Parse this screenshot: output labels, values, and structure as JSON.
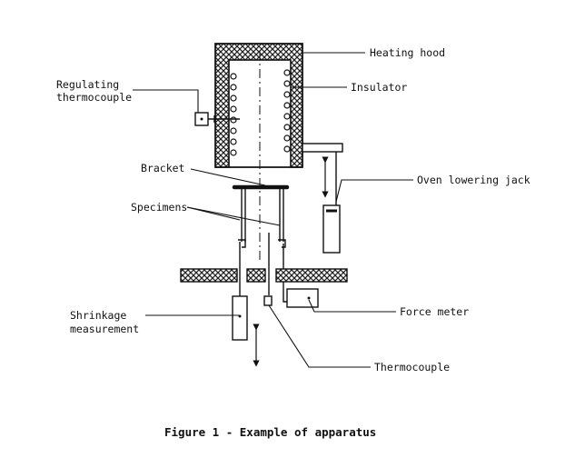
{
  "labels": {
    "heating_hood": "Heating hood",
    "insulator": "Insulator",
    "regulating_line1": "Regulating",
    "regulating_line2": "thermocouple",
    "bracket": "Bracket",
    "oven_lowering_jack": "Oven lowering jack",
    "specimens": "Specimens",
    "shrinkage_line1": "Shrinkage",
    "shrinkage_line2": "measurement",
    "force_meter": "Force meter",
    "thermocouple": "Thermocouple"
  },
  "caption": "Figure 1 - Example of apparatus"
}
